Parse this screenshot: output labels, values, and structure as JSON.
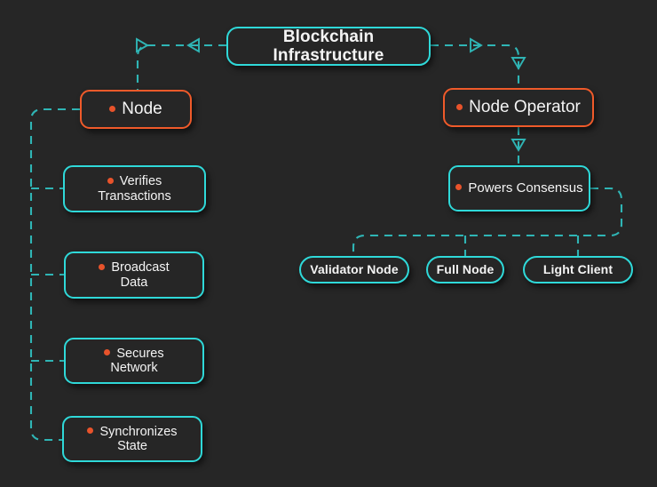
{
  "diagram": {
    "title": "Blockchain Infrastructure",
    "background_color": "#262626",
    "accent_cyan": "#2fd9d9",
    "accent_orange": "#ef5a2a",
    "bullet_color": "#e8532b",
    "text_color": "#f4f4f4",
    "type": "mindmap",
    "nodes": {
      "root": {
        "label": "Blockchain Infrastructure",
        "color": "#2fd9d9"
      },
      "node": {
        "label": "Node",
        "color": "#ef5a2a"
      },
      "node_operator": {
        "label": "Node Operator",
        "color": "#ef5a2a"
      },
      "verifies": {
        "label": "Verifies\nTransactions",
        "color": "#2fd9d9"
      },
      "broadcast": {
        "label": "Broadcast\nData",
        "color": "#2fd9d9"
      },
      "secures": {
        "label": "Secures\nNetwork",
        "color": "#2fd9d9"
      },
      "synchronizes": {
        "label": "Synchronizes\nState",
        "color": "#2fd9d9"
      },
      "powers_consensus": {
        "label": "Powers Consensus",
        "color": "#2fd9d9"
      },
      "validator_node": {
        "label": "Validator Node",
        "color": "#2fd9d9"
      },
      "full_node": {
        "label": "Full Node",
        "color": "#2fd9d9"
      },
      "light_client": {
        "label": "Light Client",
        "color": "#2fd9d9"
      }
    },
    "edges": [
      {
        "from": "root",
        "to": "node",
        "style": "dashed",
        "marker": "triangle"
      },
      {
        "from": "root",
        "to": "node_operator",
        "style": "dashed",
        "marker": "triangle"
      },
      {
        "from": "node",
        "to": "verifies",
        "style": "dashed"
      },
      {
        "from": "node",
        "to": "broadcast",
        "style": "dashed"
      },
      {
        "from": "node",
        "to": "secures",
        "style": "dashed"
      },
      {
        "from": "node",
        "to": "synchronizes",
        "style": "dashed"
      },
      {
        "from": "node_operator",
        "to": "powers_consensus",
        "style": "dashed",
        "marker": "triangle"
      },
      {
        "from": "powers_consensus",
        "to": "validator_node",
        "style": "dashed"
      },
      {
        "from": "powers_consensus",
        "to": "full_node",
        "style": "dashed"
      },
      {
        "from": "powers_consensus",
        "to": "light_client",
        "style": "dashed"
      }
    ]
  }
}
